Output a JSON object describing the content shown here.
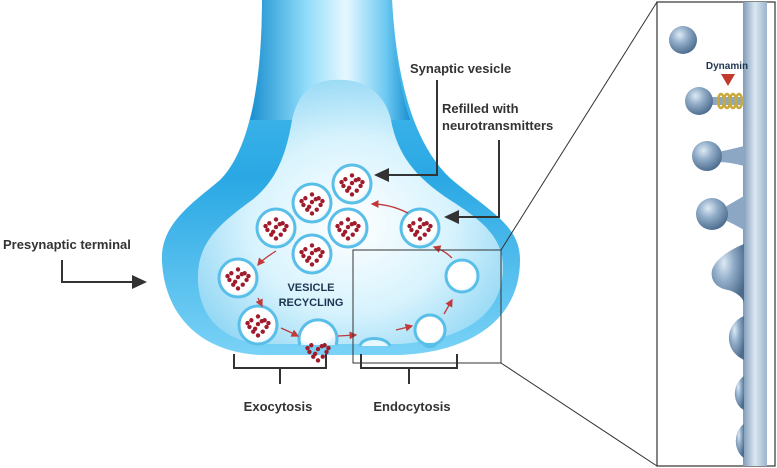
{
  "labels": {
    "synaptic_vesicle": "Synaptic vesicle",
    "refilled_line1": "Refilled with",
    "refilled_line2": "neurotransmitters",
    "presynaptic_terminal": "Presynaptic terminal",
    "vesicle_recycling_line1": "VESICLE",
    "vesicle_recycling_line2": "RECYCLING",
    "exocytosis": "Exocytosis",
    "endocytosis": "Endocytosis",
    "dynamin": "Dynamin"
  },
  "colors": {
    "terminal_blue": "#1fa3e0",
    "terminal_light": "#bfe9fb",
    "vesicle_fill": "#ffffff",
    "neurotransmitter": "#a01c2c",
    "cycle_arrow": "#c0393b",
    "label_text": "#333333",
    "dynamin_marker": "#c0392b",
    "dynamin_coil": "#c9a93a"
  }
}
